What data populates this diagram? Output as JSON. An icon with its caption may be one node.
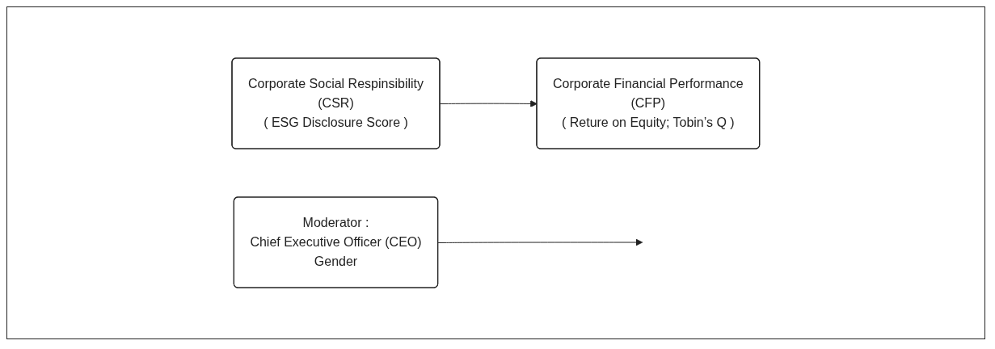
{
  "diagram": {
    "nodes": [
      {
        "text": [
          "Corporate Social Respinsibility",
          "(CSR)",
          "( ESG Disclosure Score )"
        ]
      },
      {
        "text": [
          "Corporate Financial Performance",
          "(CFP)",
          "( Reture on Equity; Tobin’s Q )"
        ]
      },
      {
        "text": [
          "Moderator :",
          "Chief Executive Officer (CEO)",
          "Gender"
        ]
      }
    ],
    "edges": [
      {
        "from": 0,
        "to": 1,
        "arrow": "to"
      },
      {
        "from": 2,
        "to": null,
        "arrow": "to"
      }
    ]
  }
}
